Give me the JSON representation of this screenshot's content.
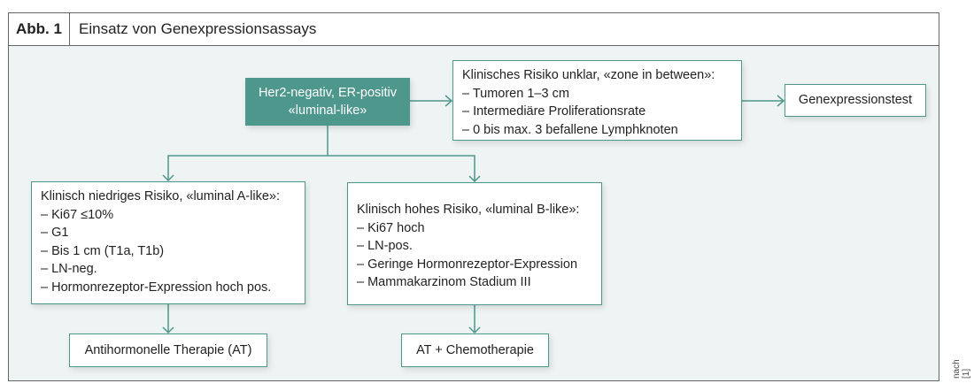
{
  "header": {
    "figure_number": "Abb. 1",
    "title": "Einsatz von Genexpressionsassays"
  },
  "nodes": {
    "start": {
      "lines": [
        "Her2-negativ, ER-positiv",
        "«luminal-like»"
      ]
    },
    "unclear": {
      "title": "Klinisches Risiko unklar, «zone in between»:",
      "items": [
        "– Tumoren 1–3 cm",
        "– Intermediäre Proliferationsrate",
        "– 0 bis max. 3 befallene Lymphknoten"
      ]
    },
    "gene_test": {
      "label": "Genexpressionstest"
    },
    "low": {
      "title": "Klinisch niedriges Risiko, «luminal A-like»:",
      "items": [
        "– Ki67 ≤10%",
        "– G1",
        "– Bis 1 cm (T1a, T1b)",
        "– LN-neg.",
        "– Hormonrezeptor-Expression hoch pos."
      ]
    },
    "high": {
      "title": "Klinisch hohes Risiko, «luminal B-like»:",
      "items": [
        "– Ki67 hoch",
        "– LN-pos.",
        "– Geringe Hormonrezeptor-Expression",
        "– Mammakarzinom Stadium III"
      ]
    },
    "therapy_low": {
      "label": "Antihormonelle Therapie (AT)"
    },
    "therapy_high": {
      "label": "AT + Chemotherapie"
    }
  },
  "source_note": "nach [1]",
  "colors": {
    "accent": "#4e978c",
    "background": "#eef3f3"
  }
}
